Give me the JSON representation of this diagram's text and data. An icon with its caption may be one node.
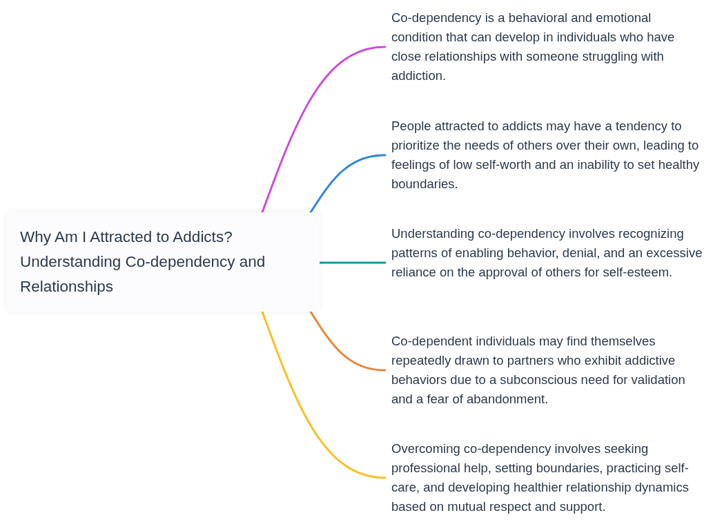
{
  "diagram": {
    "nodes": [
      {
        "text": [
          "Why Am I Attracted to Addicts? Understanding Co-dependency and Relationships"
        ]
      },
      {
        "text": [
          "Co-dependency is a behavioral and emotional condition that can develop in individuals who have close relationships with someone struggling with addiction."
        ]
      },
      {
        "text": [
          "People attracted to addicts may have a tendency to prioritize the needs of others over their own, leading to feelings of low self-worth and an inability to set healthy boundaries."
        ]
      },
      {
        "text": [
          "Understanding co-dependency involves recognizing patterns of enabling behavior, denial, and an excessive reliance on the approval of others for self-esteem."
        ]
      },
      {
        "text": [
          "Co-dependent individuals may find themselves repeatedly drawn to partners who exhibit addictive behaviors due to a subconscious need for validation and a fear of abandonment."
        ]
      },
      {
        "text": [
          "Overcoming co-dependency involves seeking professional help, setting boundaries, practicing self-care, and developing healthier relationship dynamics based on mutual respect and support."
        ]
      }
    ],
    "edges": [
      {
        "from": 0,
        "to": 1,
        "arrow": "none",
        "color": "#cc4ddc"
      },
      {
        "from": 0,
        "to": 2,
        "arrow": "none",
        "color": "#2f86e0"
      },
      {
        "from": 0,
        "to": 3,
        "arrow": "none",
        "color": "#12999b"
      },
      {
        "from": 0,
        "to": 4,
        "arrow": "none",
        "color": "#ed8538"
      },
      {
        "from": 0,
        "to": 5,
        "arrow": "none",
        "color": "#fbbf26"
      }
    ]
  }
}
